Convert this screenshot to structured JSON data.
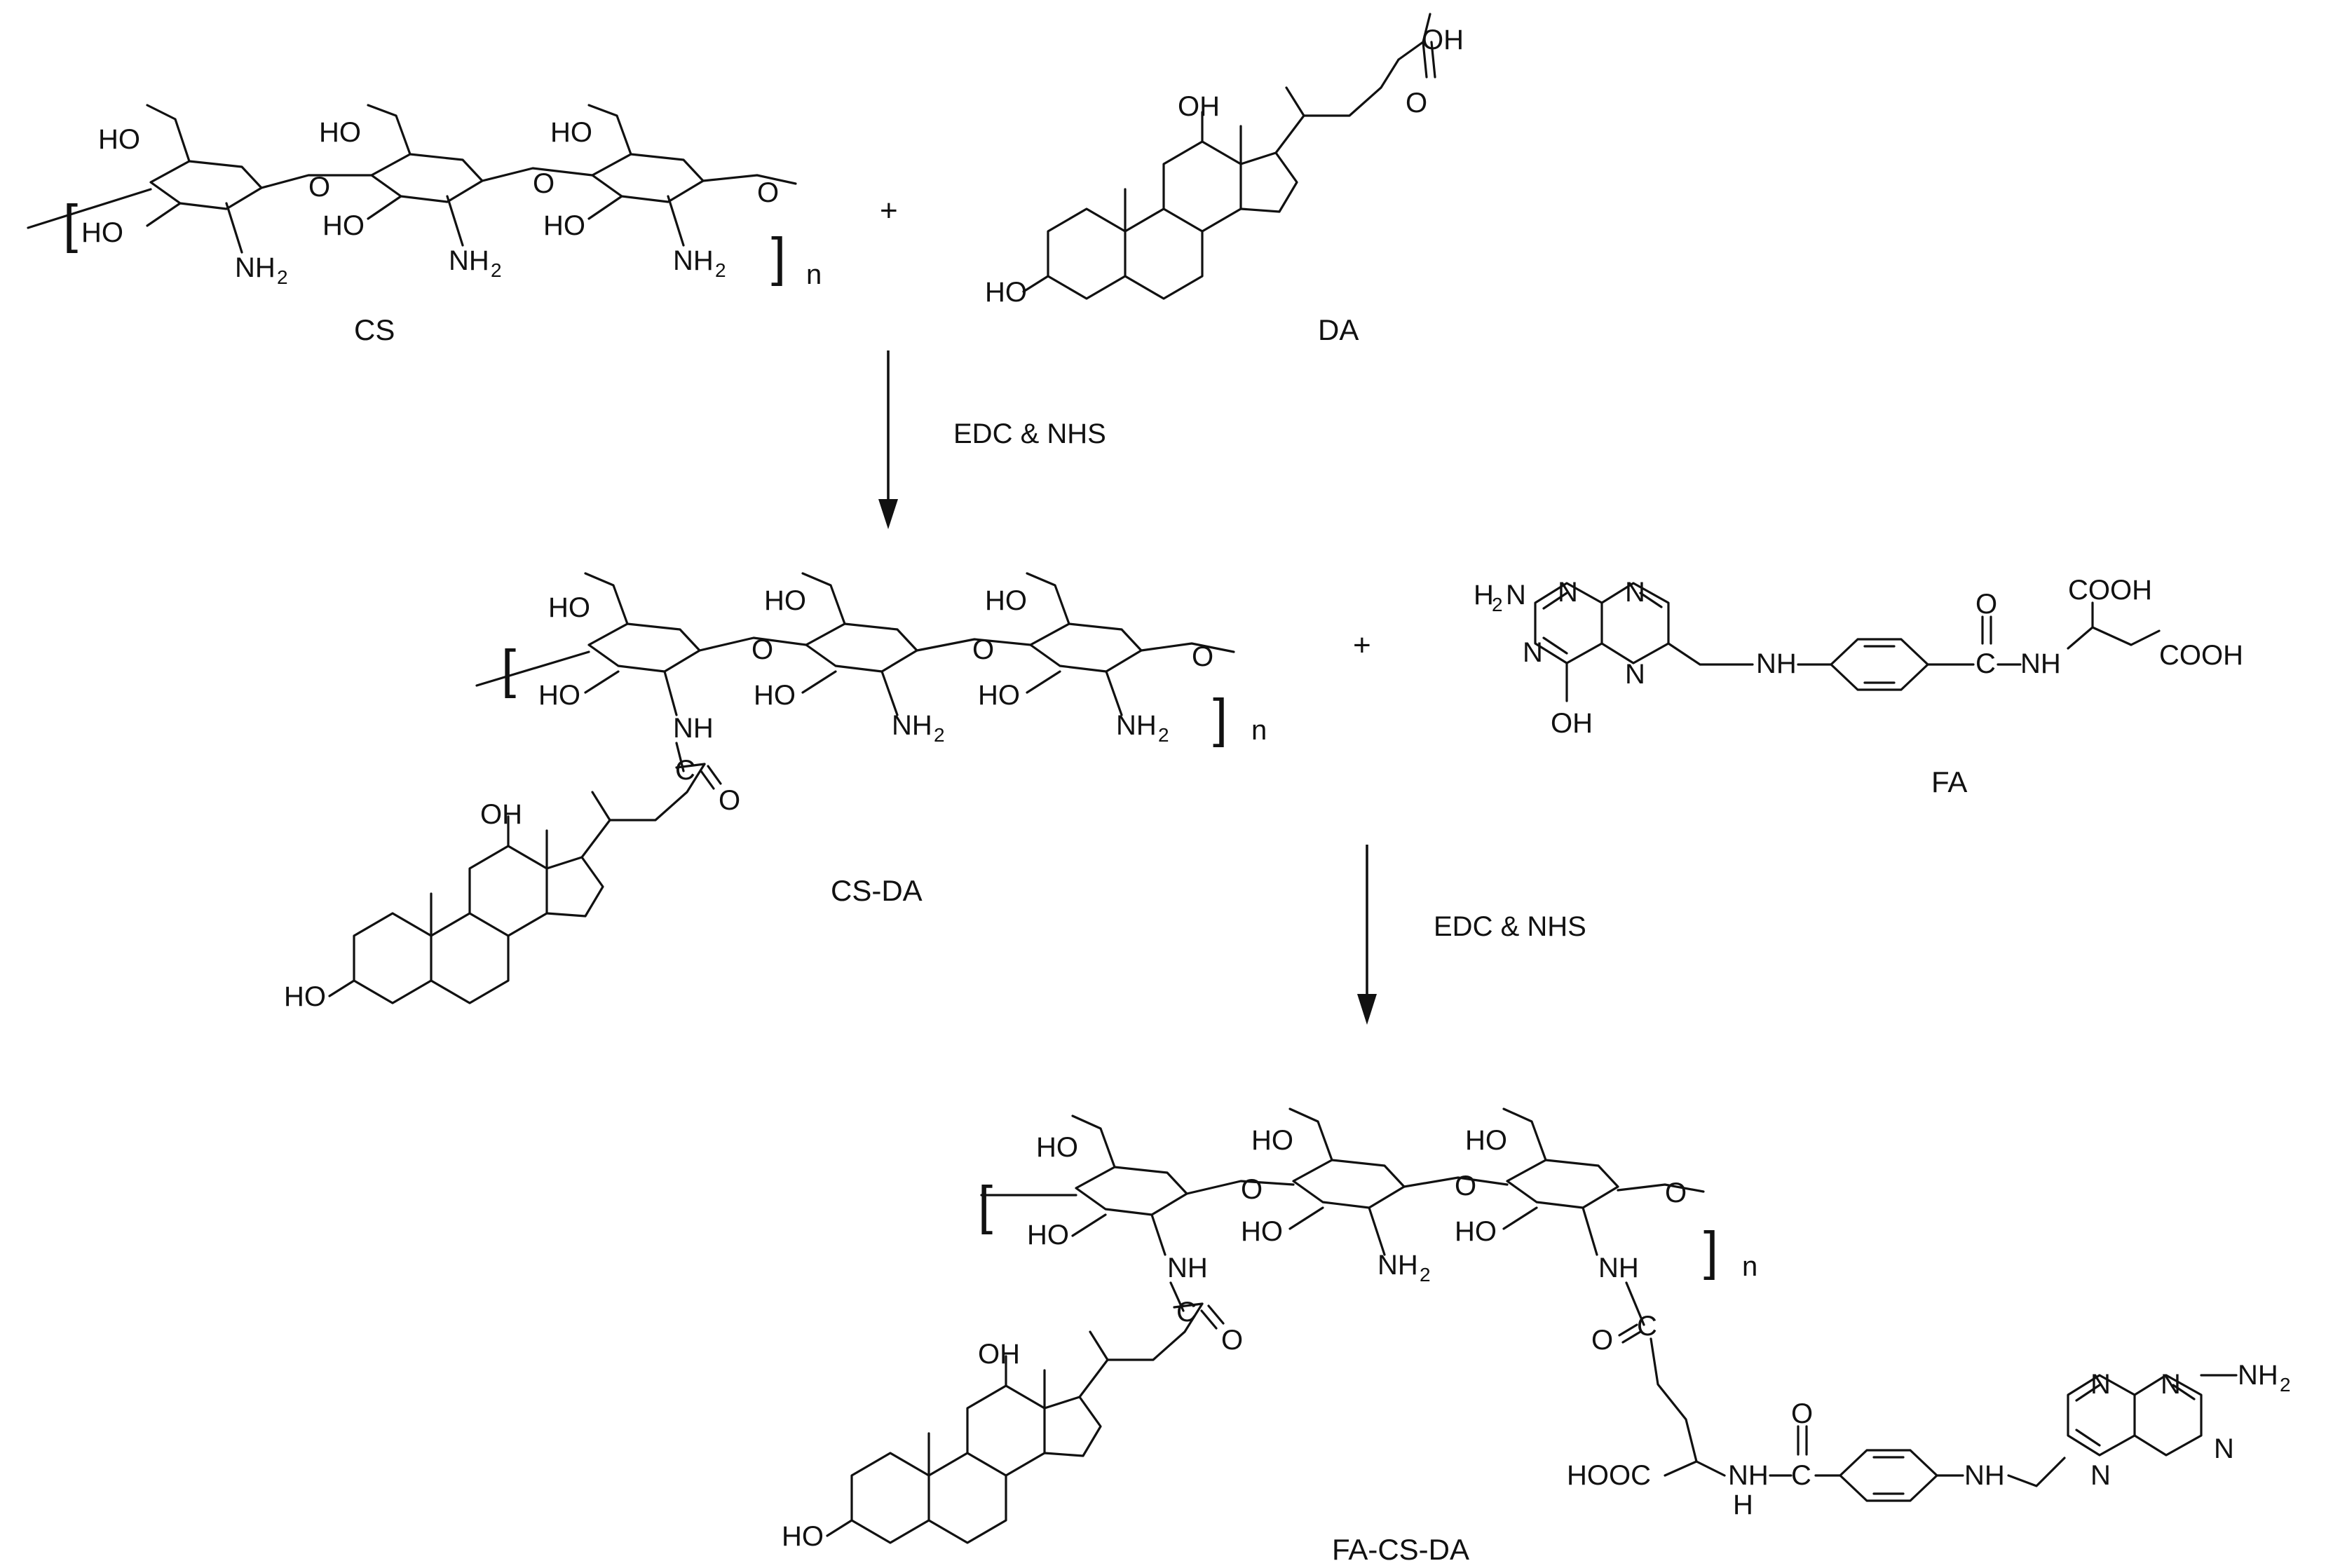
{
  "molecules": {
    "cs": "CS",
    "da": "DA",
    "cs_da": "CS-DA",
    "fa": "FA",
    "fa_cs_da": "FA-CS-DA"
  },
  "operators": {
    "plus": "+"
  },
  "reagents": {
    "step1": "EDC & NHS",
    "step2": "EDC & NHS"
  },
  "subscripts": {
    "n": "n",
    "two": "2"
  },
  "atoms": {
    "HO": "HO",
    "OH": "OH",
    "O": "O",
    "NH": "NH",
    "NH2": "NH",
    "H2N": "H",
    "N": "N",
    "H": "H",
    "COOH": "COOH",
    "HOOC": "HOOC",
    "C": "C"
  }
}
